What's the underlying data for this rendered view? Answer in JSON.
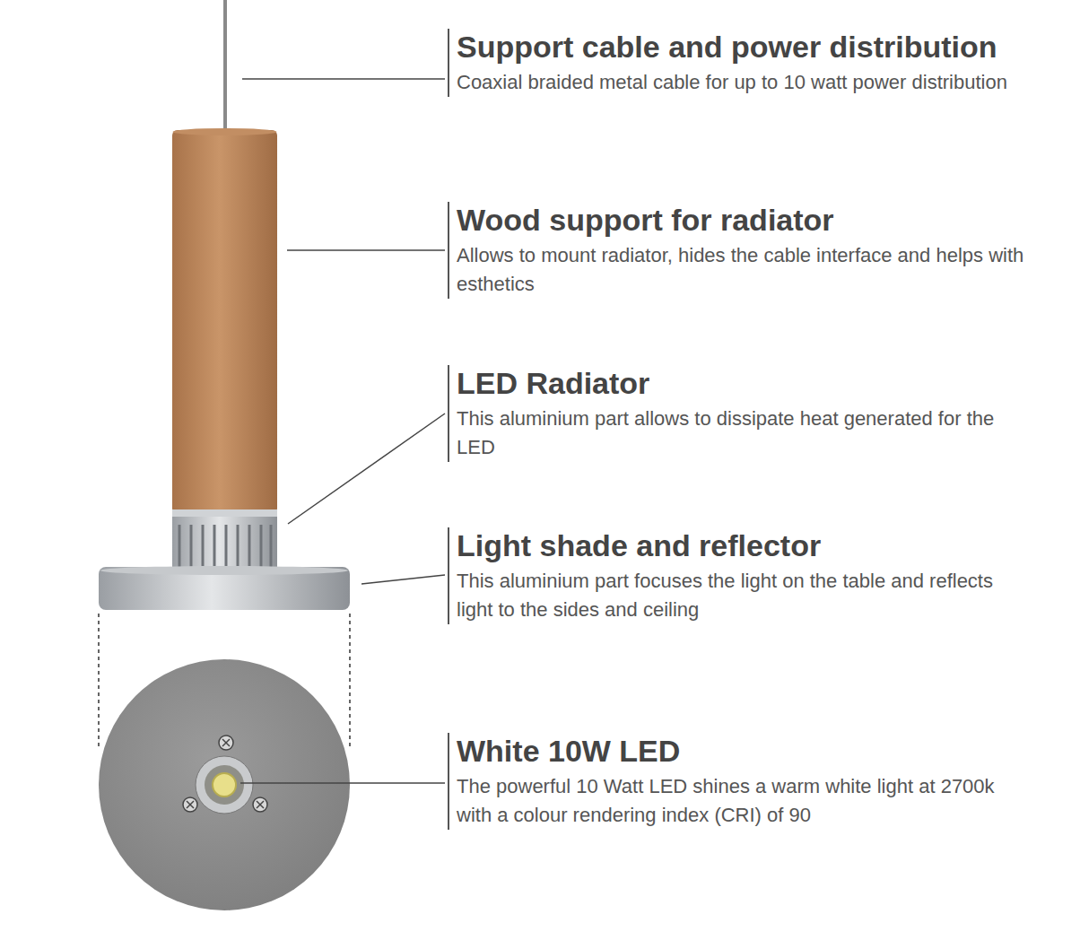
{
  "diagram": {
    "labels": [
      "Support cable and power distribution",
      "Coaxial braided metal cable for up to 10 watt power distribution",
      "Wood support for radiator",
      "Allows to mount radiator, hides the cable interface and helps with esthetics",
      "LED Radiator",
      "This aluminium part allows to dissipate heat generated for the LED",
      "Light shade and reflector",
      "This aluminium part focuses the light on the table and reflects light to the sides and ceiling",
      "White 10W LED",
      "The powerful 10 Watt LED shines a warm white light at 2700k with a colour rendering index (CRI) of 90"
    ]
  }
}
